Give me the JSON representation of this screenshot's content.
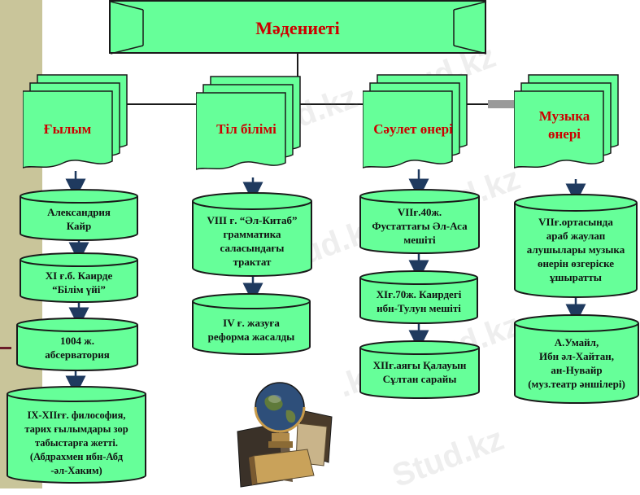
{
  "title": "Мәдениеті",
  "columns": [
    {
      "heading": "Ғылым",
      "items": [
        "Александрия\nКайр",
        "XI ғ.б. Каирде\n“Білім үйі”",
        "1004 ж.\nабсерватория",
        "IX-XIIғғ. философия,\nтарих ғылымдары зор\nтабыстарға жетті.\n(Абдрахмен ибн-Абд\n-әл-Хаким)"
      ]
    },
    {
      "heading": "Тіл білімі",
      "items": [
        "VIII ғ. “Әл-Китаб”\nграмматика\nсаласындағы\nтрактат",
        "IV ғ. жазуға\nреформа жасалды"
      ]
    },
    {
      "heading": "Сәулет өнері",
      "items": [
        "VIIғ.40ж.\nФустаттағы Әл-Аса\nмешіті",
        "XIғ.70ж. Каирдегі\nибн-Тулун мешіті",
        "XIIғ.аяғы Қалауын\nСұлтан сарайы"
      ]
    },
    {
      "heading": "Музыка\nөнері",
      "items": [
        "VIIғ.ортасында\nараб жаулап\nалушылары музыка\nөнерін өзгеріске\nұшыратты",
        "А.Умайл,\nИбн  әл-Хайтан,\nан-Нувайр\n(муз.театр әншілері)"
      ]
    }
  ],
  "watermark": "Stud.kz",
  "colors": {
    "shape_fill": "#66ff99",
    "outline": "#1a1a1a",
    "heading_text": "#cc0000",
    "connector": "#1f3a5f",
    "side_band": "#c9c59a"
  }
}
